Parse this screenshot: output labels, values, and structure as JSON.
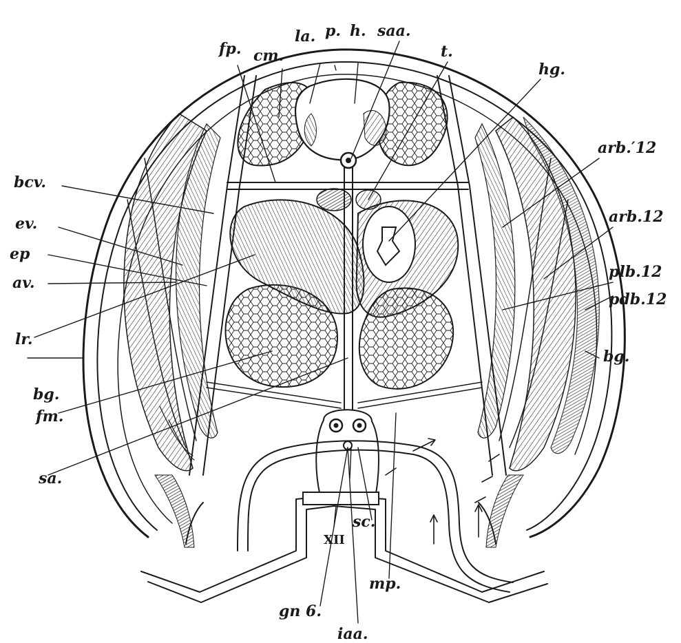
{
  "labels": {
    "cm": "cm.",
    "la": "la.",
    "p": "p.",
    "h": "h.",
    "saa": "saa.",
    "fp": "fp.",
    "t": "t.",
    "hg": "hg.",
    "arb_prime_12": "arb.′12",
    "arb_12": "arb.12",
    "plb_12": "plb.12",
    "pdb_12": "pdb.12",
    "bg_right": "bg.",
    "bcv": "bcv.",
    "ev": "ev.",
    "ep": "ep",
    "av": "av.",
    "lr": "lr.",
    "bg_left": "bg.",
    "fm": "fm.",
    "sa": "sa.",
    "xii": "XII",
    "sc": "sc.",
    "mp": "mp.",
    "gn6": "gn 6.",
    "iaa": "iaa."
  },
  "colors": {
    "ink": "#1a1a1a",
    "paper": "#ffffff",
    "shade": "#555555"
  }
}
